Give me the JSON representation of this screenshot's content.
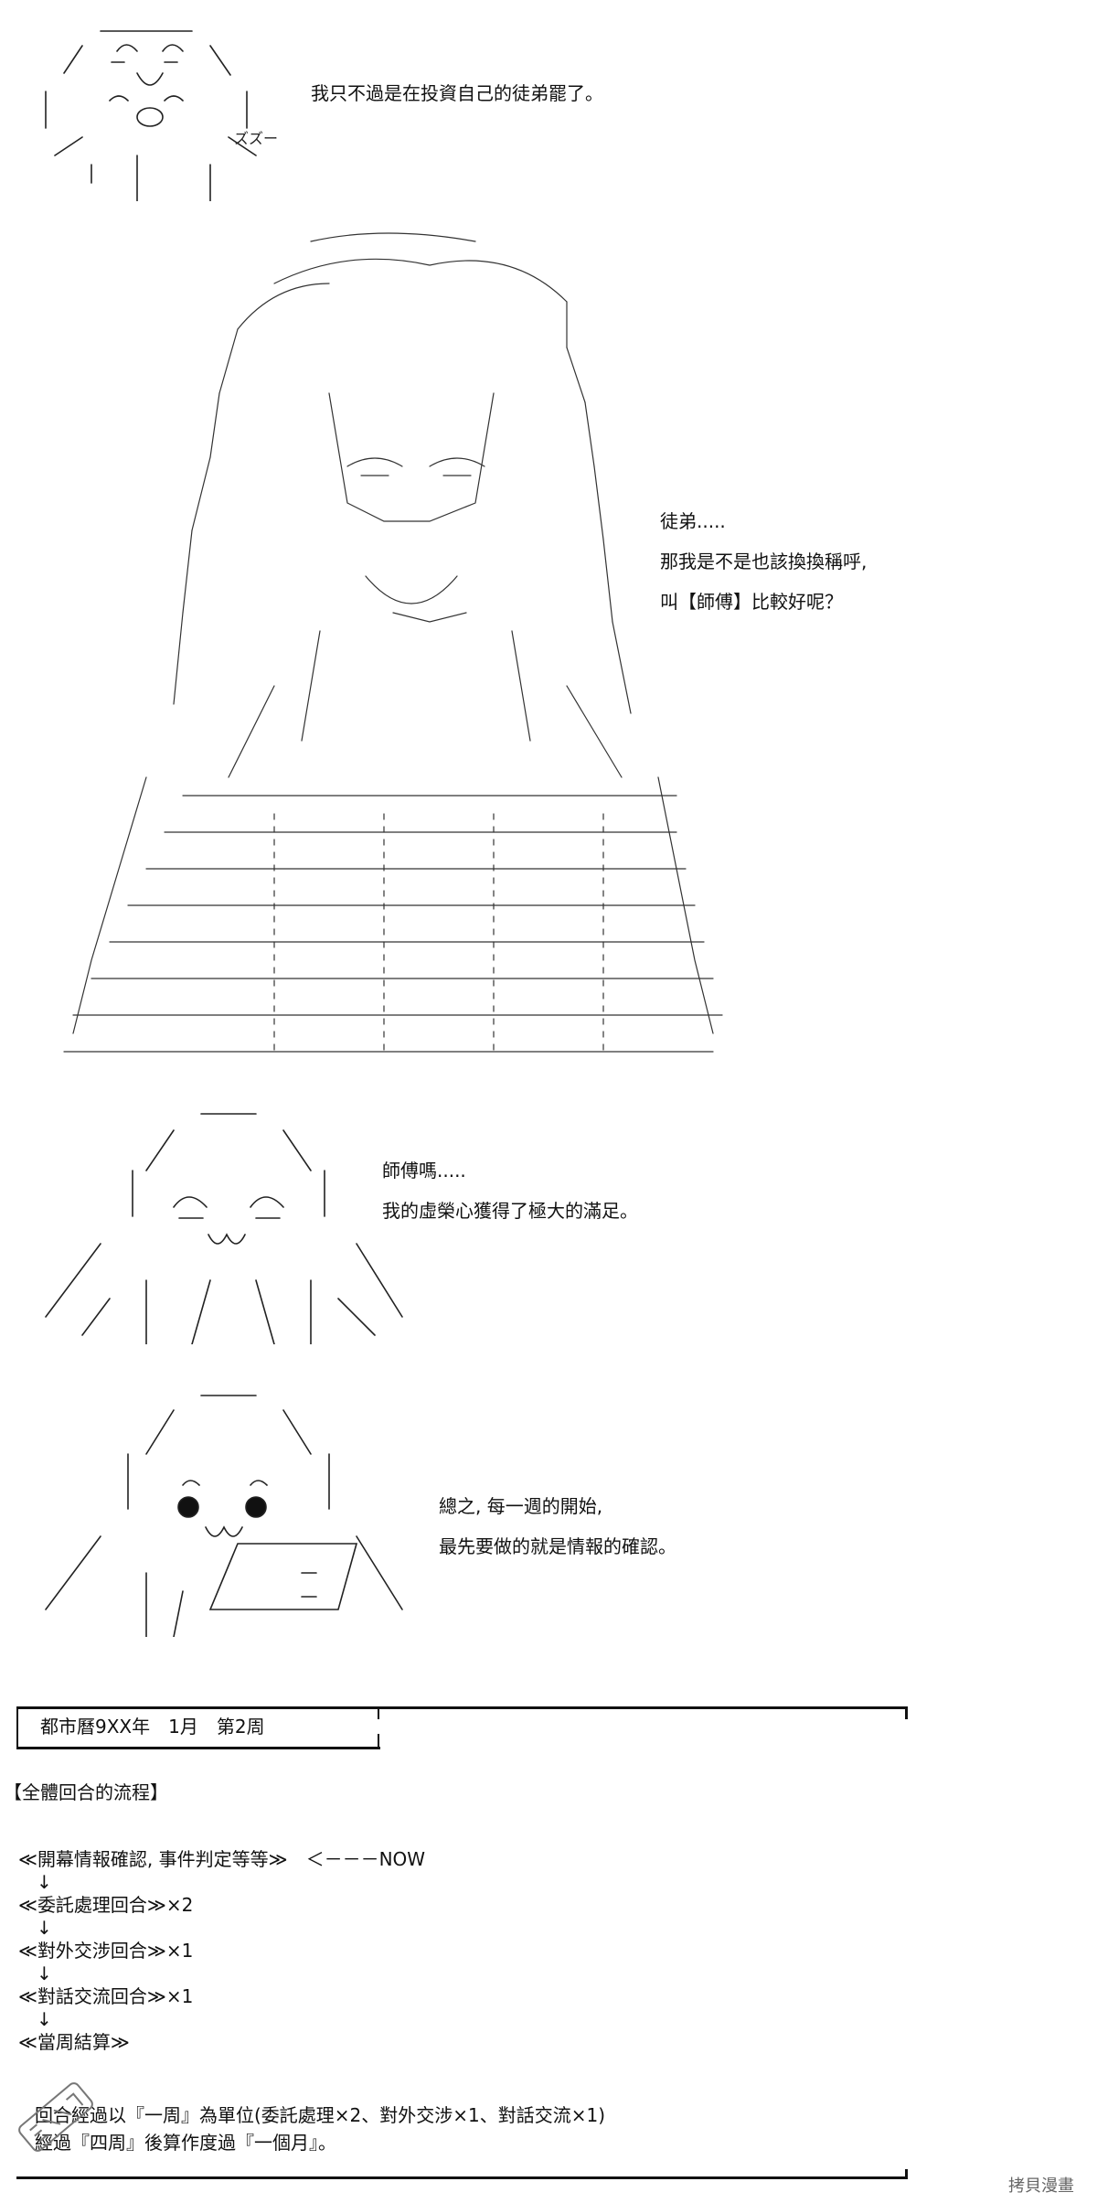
{
  "panel1": {
    "lines": [
      "我只不過是在投資自己的徒弟罷了。"
    ],
    "sfx": "ズズー"
  },
  "panel2": {
    "lines": [
      "徒弟.....",
      "那我是不是也該換換稱呼,",
      "叫【師傅】比較好呢？"
    ]
  },
  "panel3": {
    "lines": [
      "師傅嗎.....",
      "我的虛榮心獲得了極大的滿足。"
    ]
  },
  "panel4": {
    "lines": [
      "總之, 每一週的開始,",
      "最先要做的就是情報的確認。"
    ]
  },
  "header": {
    "date": "都市曆9XX年　1月　第2周"
  },
  "section": {
    "title": "【全體回合的流程】"
  },
  "flow": {
    "steps": [
      {
        "label": "≪開幕情報確認, 事件判定等等≫",
        "suffix": "　＜－－－NOW"
      },
      {
        "label": "≪委託處理回合≫×2",
        "suffix": ""
      },
      {
        "label": "≪對外交涉回合≫×1",
        "suffix": ""
      },
      {
        "label": "≪對話交流回合≫×1",
        "suffix": ""
      },
      {
        "label": "≪當周結算≫",
        "suffix": ""
      }
    ],
    "arrow_glyph": "↓"
  },
  "note": {
    "lines": [
      "回合經過以『一周』為單位(委託處理×2、對外交涉×1、對話交流×1)",
      "經過『四周』後算作度過『一個月』。"
    ]
  },
  "source": {
    "label": "拷貝漫畫"
  },
  "colors": {
    "ink": "#111111",
    "paper": "#ffffff",
    "watermark": "#777777"
  }
}
